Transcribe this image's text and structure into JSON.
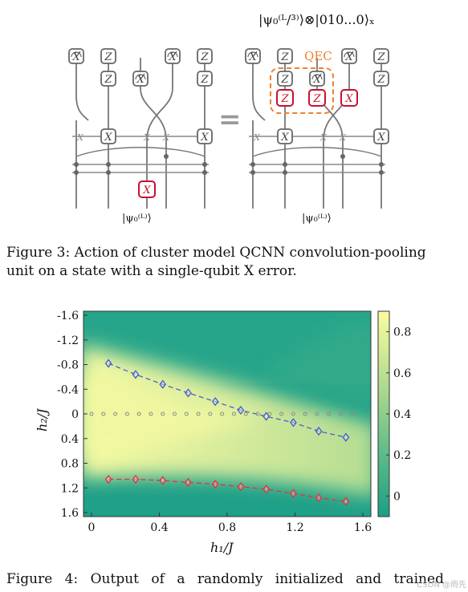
{
  "figure3": {
    "top_state_label": "|ψ₀⁽ᴸ/³⁾⟩⊗|010...0⟩ₓ",
    "qec_label": "QEC",
    "bottom_left_label": "|ψ₀⁽ᴸ⁾⟩",
    "bottom_right_label": "|ψ₀⁽ᴸ⁾⟩",
    "gate_z": "Z",
    "gate_x": "X",
    "equals": "=",
    "caption_label": "Figure 3:",
    "caption_text": "Action of cluster model QCNN convolution-pooling unit on a state with a single-qubit X error."
  },
  "figure4": {
    "caption_label": "Figure 4:",
    "caption_text": "Output of a randomly initialized and trained"
  },
  "watermark": "CSDN @雨先",
  "colors": {
    "blue_series": "#4a5fd0",
    "red_series": "#e8323c",
    "qec_box": "#f08030",
    "error_gate": "#c8102e",
    "gray_dots": "#8a8a8a"
  },
  "chart_data": {
    "type": "heatmap",
    "xlabel": "h₁/J",
    "ylabel": "h₂/J",
    "xlim": [
      0,
      1.6
    ],
    "ylim": [
      -1.6,
      1.6
    ],
    "y_inverted": true,
    "x_ticks": [
      "0",
      "0.4",
      "0.8",
      "1.2",
      "1.6"
    ],
    "y_ticks": [
      "-1.6",
      "-1.2",
      "-0.8",
      "-0.4",
      "0",
      "0.4",
      "0.8",
      "1.2",
      "1.6"
    ],
    "colorbar": {
      "ticks": [
        "0",
        "0.2",
        "0.4",
        "0.6",
        "0.8"
      ],
      "range": [
        -0.1,
        0.9
      ],
      "colormap": "summer-like (teal to yellow)"
    },
    "series": [
      {
        "color": "blue",
        "marker": "diamond",
        "style": "dashed",
        "x": [
          0.1,
          0.26,
          0.42,
          0.57,
          0.73,
          0.88,
          1.03,
          1.19,
          1.34,
          1.5
        ],
        "y": [
          -0.82,
          -0.64,
          -0.48,
          -0.34,
          -0.2,
          -0.06,
          0.04,
          0.14,
          0.28,
          0.38
        ]
      },
      {
        "color": "red",
        "marker": "diamond",
        "style": "dashed",
        "x": [
          0.1,
          0.26,
          0.42,
          0.57,
          0.73,
          0.88,
          1.03,
          1.19,
          1.34,
          1.5
        ],
        "y": [
          1.06,
          1.06,
          1.08,
          1.11,
          1.14,
          1.18,
          1.22,
          1.29,
          1.36,
          1.42
        ]
      },
      {
        "color": "gray",
        "marker": "circle",
        "style": "dotted",
        "x": [
          0,
          0.07,
          0.14,
          0.21,
          0.28,
          0.35,
          0.42,
          0.49,
          0.56,
          0.63,
          0.7,
          0.77,
          0.84,
          0.91,
          0.98,
          1.05,
          1.12,
          1.19,
          1.26,
          1.33,
          1.4,
          1.47,
          1.54
        ],
        "y": [
          0,
          0,
          0,
          0,
          0,
          0,
          0,
          0,
          0,
          0,
          0,
          0,
          0,
          0,
          0,
          0,
          0,
          0,
          0,
          0,
          0,
          0,
          0
        ]
      }
    ]
  }
}
